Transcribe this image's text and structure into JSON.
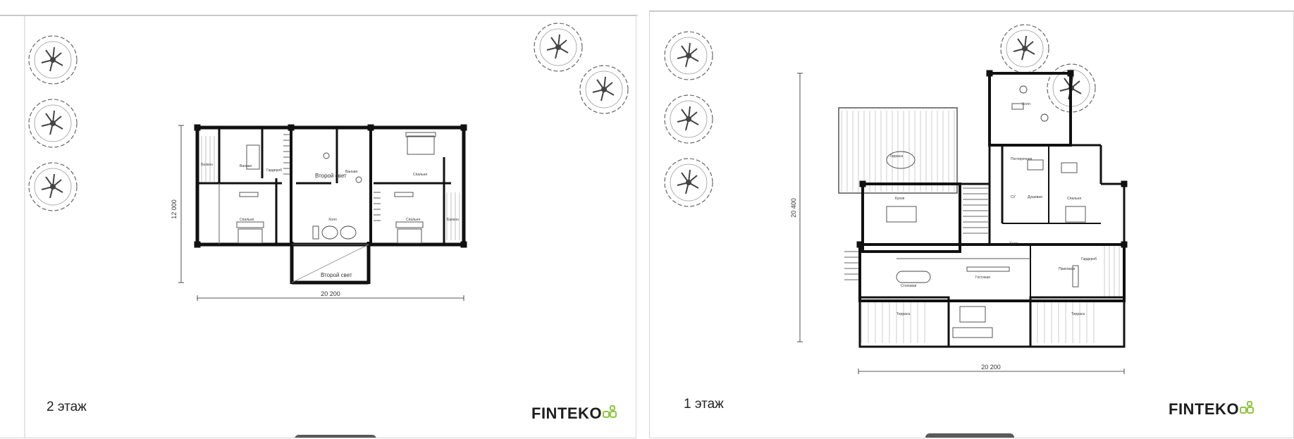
{
  "brand": {
    "name": "FINTEKO",
    "accent_color": "#8dc63f"
  },
  "sheets": {
    "left": {
      "floor_label": "2 этаж",
      "dim_width": "20 200",
      "dim_height": "12 000",
      "second_light_1": "Второй свет",
      "second_light_2": "Второй свет"
    },
    "right": {
      "floor_label": "1 этаж",
      "dim_width": "20 200",
      "dim_height": "20 400"
    }
  }
}
